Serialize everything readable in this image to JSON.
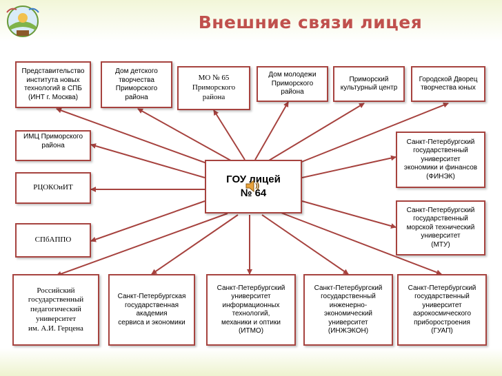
{
  "title": "Внешние связи лицея",
  "center": {
    "label": "ГОУ лицей\n№ 64"
  },
  "nodes": {
    "top_1": "Представительство\nинститута новых\nтехнологий в СПБ\n(ИНТ г. Москва)",
    "top_2": "Дом детского\nтворчества\nПриморского\nрайона",
    "top_3": "МО № 65\nПриморского\nрайона",
    "top_4": "Дом молодежи\nПриморского\nрайона",
    "top_5": "Приморский\nкультурный центр",
    "top_6": "Городской Дворец\nтворчества юных",
    "left_1": "ИМЦ Приморского\nрайона",
    "left_2": "РЦОКОиИТ",
    "left_3": "СПбАППО",
    "right_1": "Санкт-Петербургский\nгосударственный\nуниверситет\nэкономики и финансов\n(ФИНЭК)",
    "right_2": "Санкт-Петербургский\nгосударственный\nморской технический\nуниверситет\n(МТУ)",
    "bottom_1": "Российский\nгосударственный\nпедагогический\nуниверситет\nим. А.И. Герцена",
    "bottom_2": "Санкт-Петербургская\nгосударственная\nакадемия\nсервиса и экономики",
    "bottom_3": "Санкт-Петербургский\nуниверситет\nинформационных\nтехнологий,\nмеханики и оптики\n(ИТМО)",
    "bottom_4": "Санкт-Петербургский\nгосударственный\nинженерно-\nэкономический\nуниверситет\n(ИНЖЭКОН)",
    "bottom_5": "Санкт-Петербургский\nгосударственный\nуниверситет\nаэрокосмического\nприборостроения\n(ГУАП)"
  },
  "colors": {
    "border": "#a6423e",
    "arrow": "#a6423e",
    "title": "#c0504d"
  },
  "icons": {
    "logo": "school-emblem-icon",
    "audio": "speaker-icon"
  }
}
